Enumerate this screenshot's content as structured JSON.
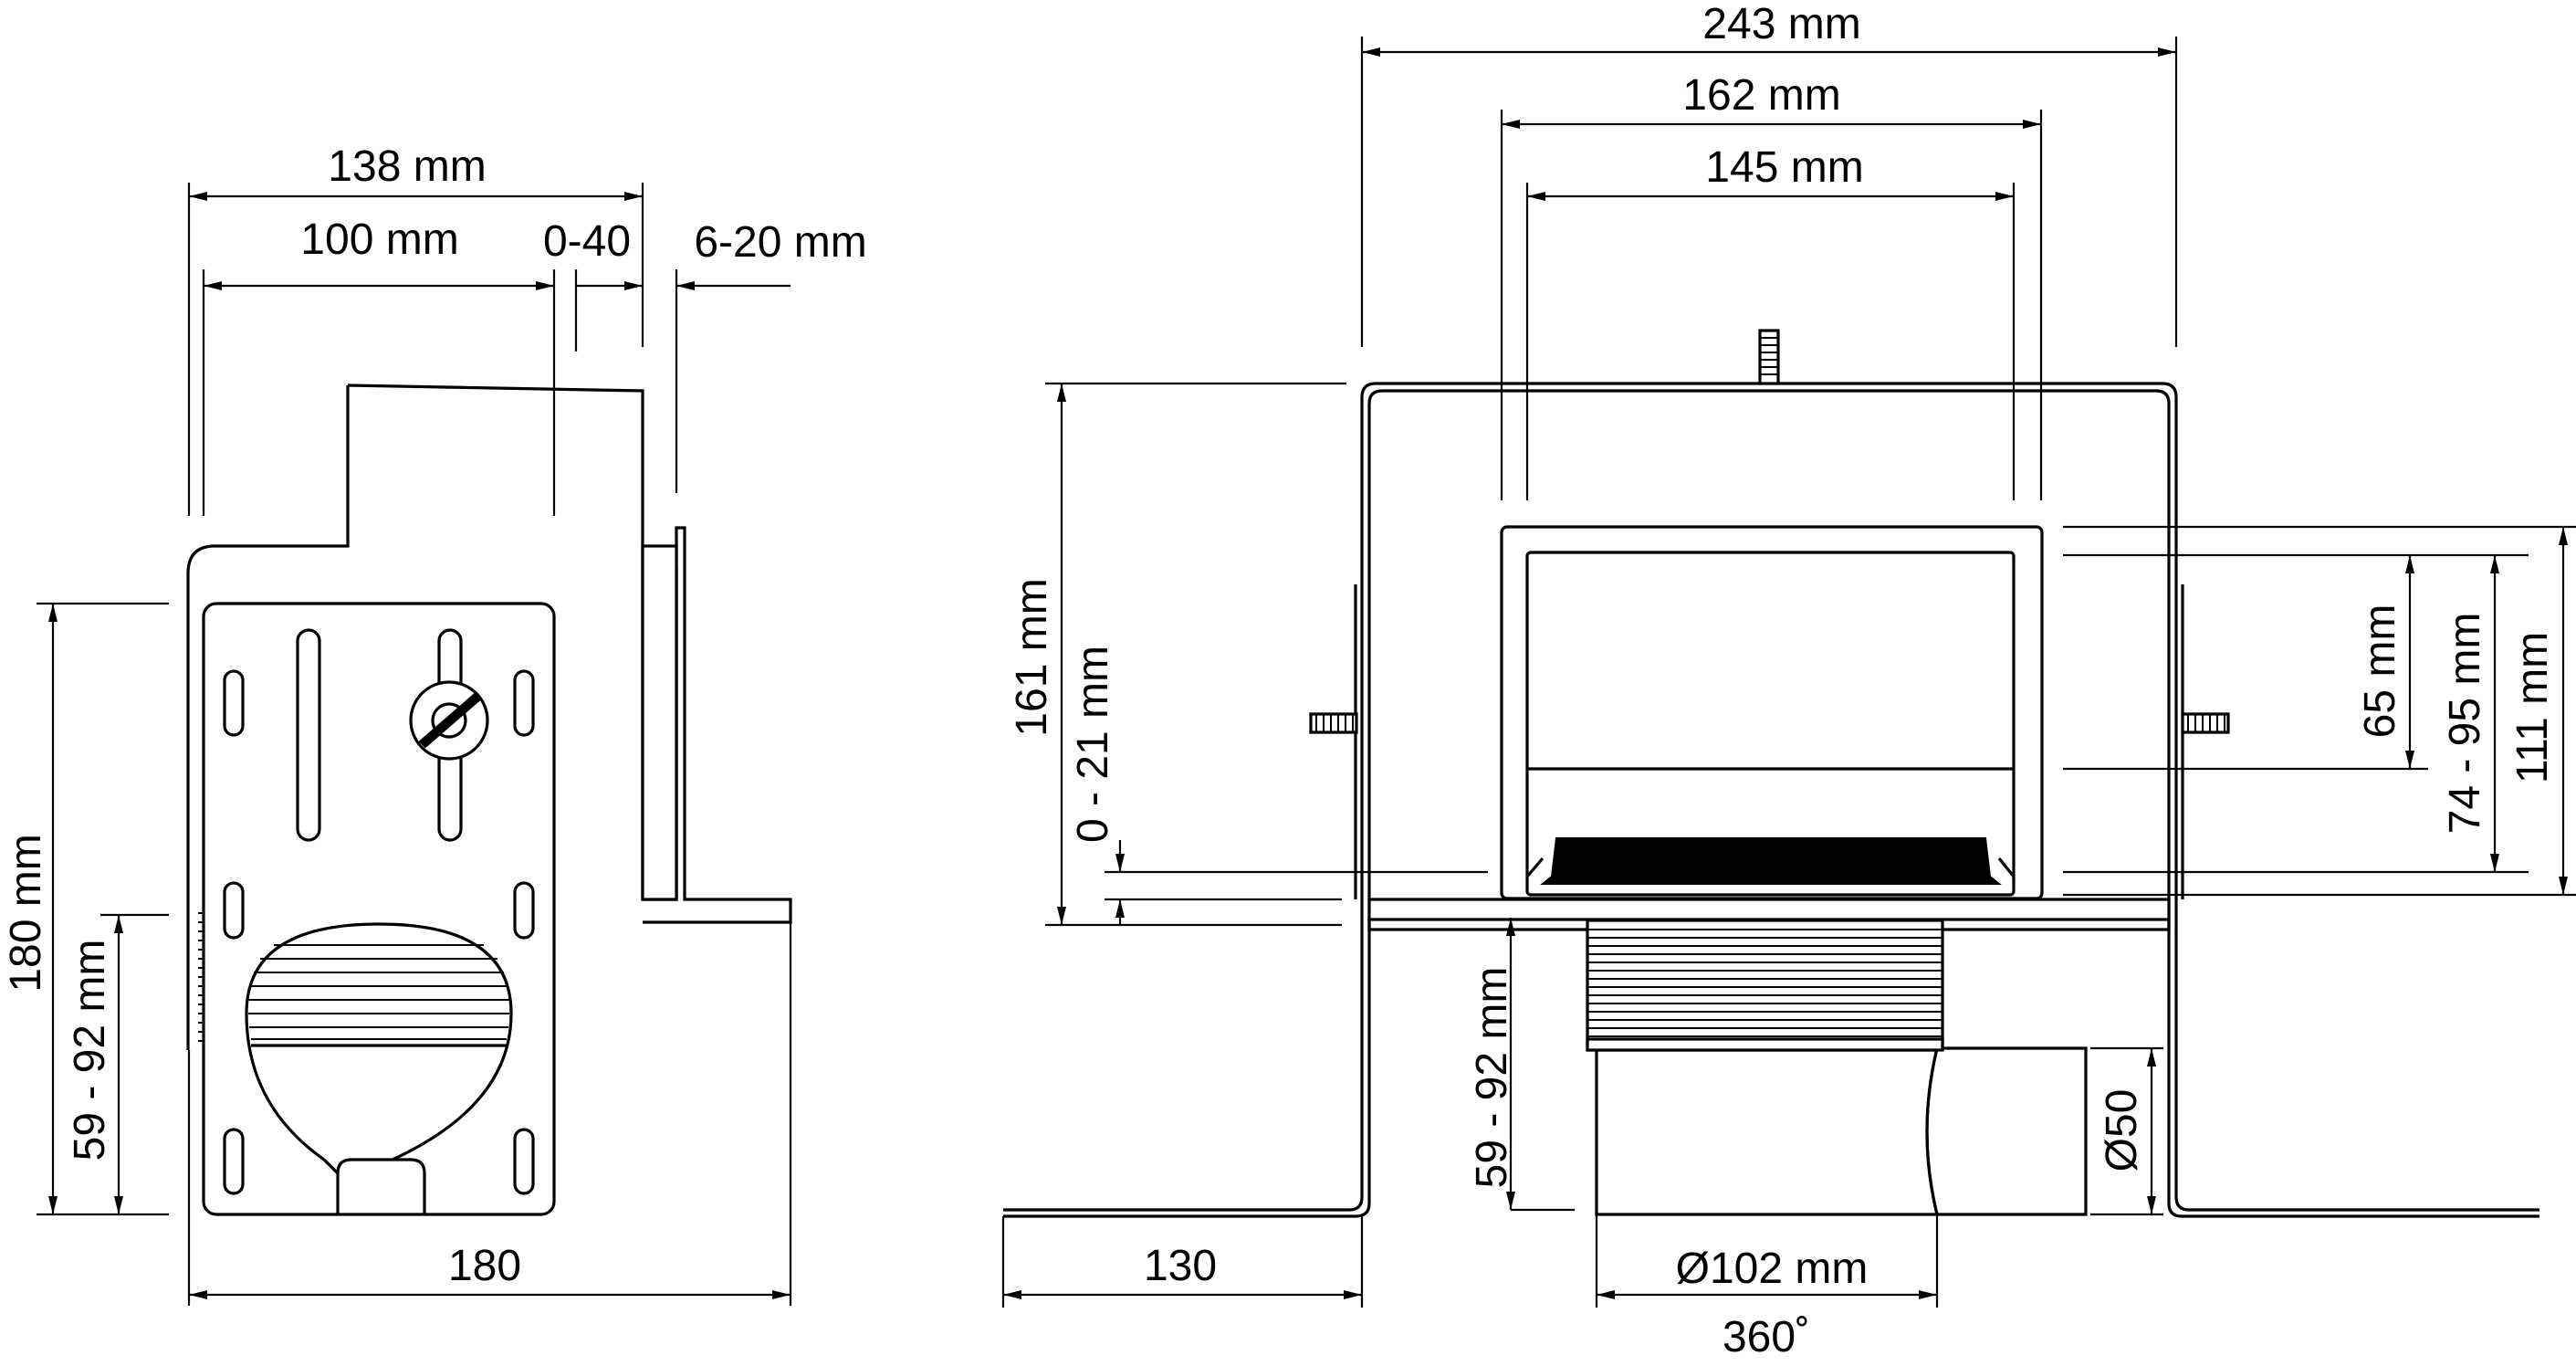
{
  "side_view": {
    "dim_138": "138 mm",
    "dim_100": "100 mm",
    "dim_0_40": "0-40",
    "dim_6_20": "6-20 mm",
    "dim_180_height": "180 mm",
    "dim_59_92": "59 - 92 mm",
    "dim_180_width": "180"
  },
  "front_view": {
    "dim_243": "243 mm",
    "dim_162": "162 mm",
    "dim_145": "145 mm",
    "dim_161": "161 mm",
    "dim_0_21": "0 - 21 mm",
    "dim_65": "65 mm",
    "dim_74_95": "74 - 95 mm",
    "dim_111": "111 mm",
    "dim_59_92": "59 - 92  mm",
    "dim_phi50": "Ø50",
    "dim_130": "130",
    "dim_phi102": "Ø102 mm",
    "rotation": "360˚"
  }
}
